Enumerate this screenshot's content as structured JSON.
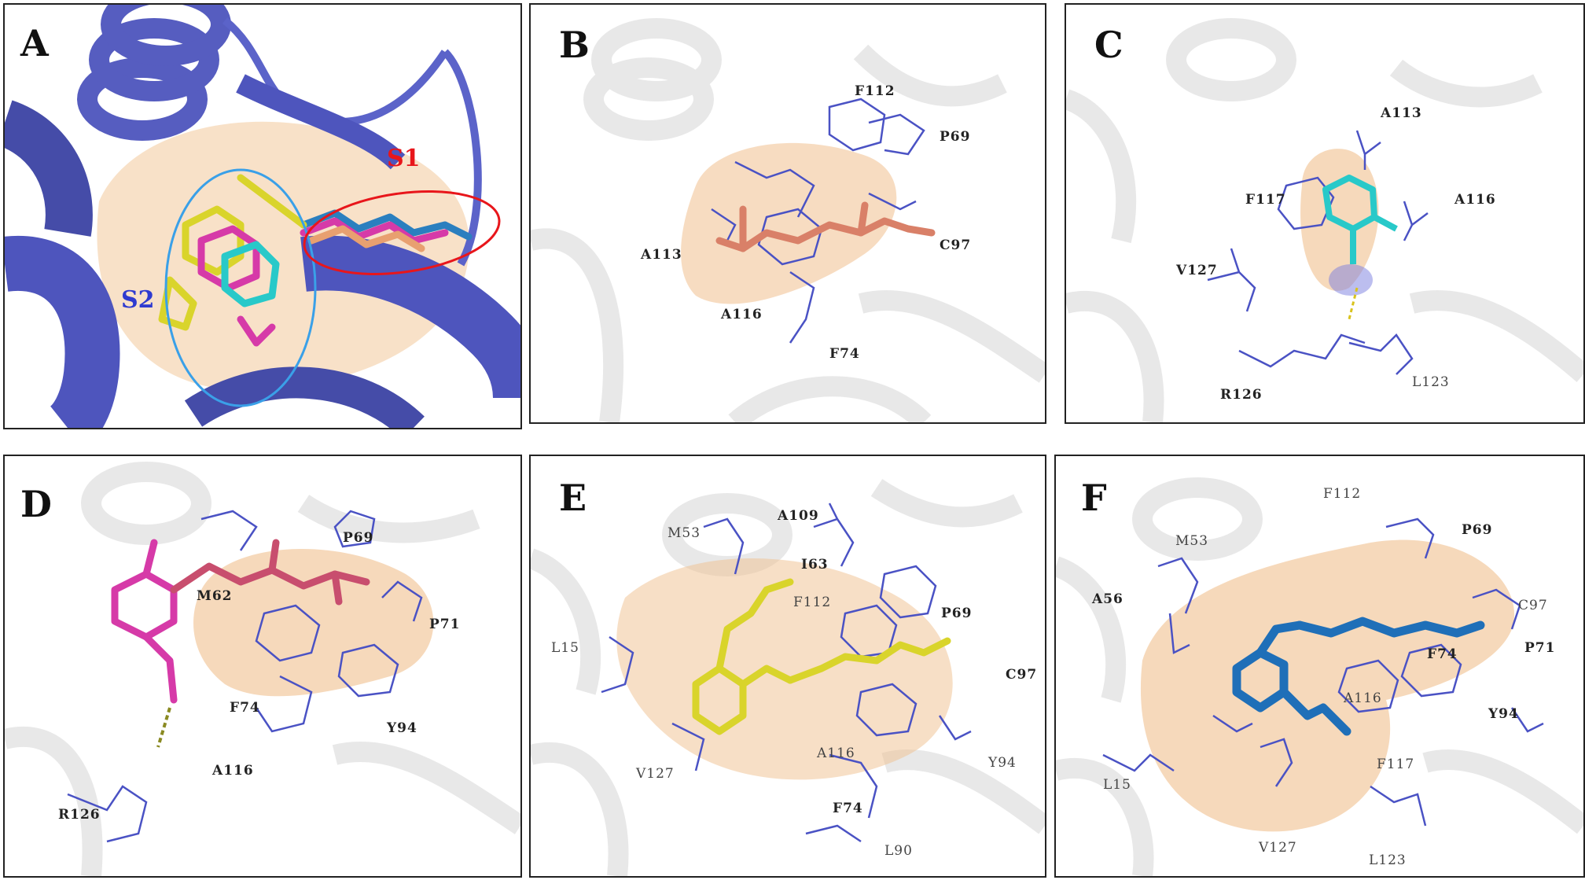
{
  "panels": {
    "A": {
      "label": "A",
      "site1": "S1",
      "site2": "S2",
      "colors": {
        "site1": "#e8161b",
        "site2": "#2f3bd0"
      }
    },
    "B": {
      "label": "B",
      "residues": [
        "F112",
        "P69",
        "A113",
        "C97",
        "A116",
        "F74"
      ]
    },
    "C": {
      "label": "C",
      "residues": [
        "A113",
        "F117",
        "A116",
        "V127",
        "R126",
        "L123"
      ]
    },
    "D": {
      "label": "D",
      "residues": [
        "P69",
        "M62",
        "P71",
        "F74",
        "Y94",
        "A116",
        "R126"
      ]
    },
    "E": {
      "label": "E",
      "residues": [
        "A109",
        "M53",
        "I63",
        "F112",
        "P69",
        "L15",
        "C97",
        "V127",
        "A116",
        "Y94",
        "F74",
        "L90"
      ]
    },
    "F": {
      "label": "F",
      "residues": [
        "F112",
        "P69",
        "M53",
        "A56",
        "C97",
        "P71",
        "F74",
        "A116",
        "Y94",
        "F117",
        "L15",
        "V127",
        "L123"
      ]
    }
  },
  "colors": {
    "protein_cartoon": "#5b63c9",
    "pocket_surface": "#f3c99a",
    "ligand_B": "#d98068",
    "ligand_C": "#28c9c9",
    "ligand_D": "#d63aa8",
    "ligand_E": "#d9d42b",
    "ligand_F": "#1f6fb8",
    "residue_sticks": "#4a52c4"
  }
}
